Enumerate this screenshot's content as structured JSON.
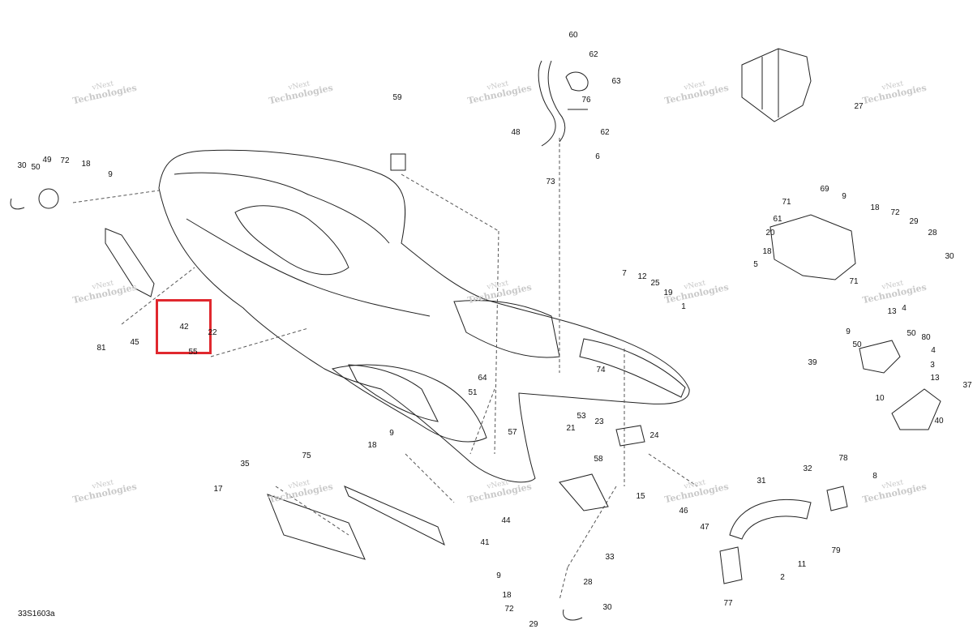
{
  "diagram": {
    "drawing_code": "33S1603a",
    "watermark_line1": "vNext",
    "watermark_line2": "Technologies",
    "highlight_color": "#e0282e",
    "highlighted_callout": "42",
    "callouts": [
      "60",
      "62",
      "63",
      "76",
      "62",
      "48",
      "6",
      "73",
      "59",
      "27",
      "30",
      "50",
      "49",
      "72",
      "18",
      "9",
      "69",
      "9",
      "71",
      "61",
      "20",
      "18",
      "72",
      "29",
      "28",
      "30",
      "18",
      "5",
      "71",
      "7",
      "12",
      "25",
      "19",
      "1",
      "42",
      "22",
      "55",
      "81",
      "45",
      "13",
      "4",
      "9",
      "50",
      "80",
      "50",
      "4",
      "39",
      "3",
      "13",
      "10",
      "40",
      "37",
      "74",
      "64",
      "51",
      "53",
      "23",
      "21",
      "24",
      "57",
      "58",
      "9",
      "18",
      "15",
      "35",
      "75",
      "17",
      "44",
      "41",
      "46",
      "47",
      "33",
      "32",
      "78",
      "31",
      "8",
      "11",
      "79",
      "2",
      "77",
      "9",
      "28",
      "18",
      "72",
      "30",
      "29"
    ]
  }
}
